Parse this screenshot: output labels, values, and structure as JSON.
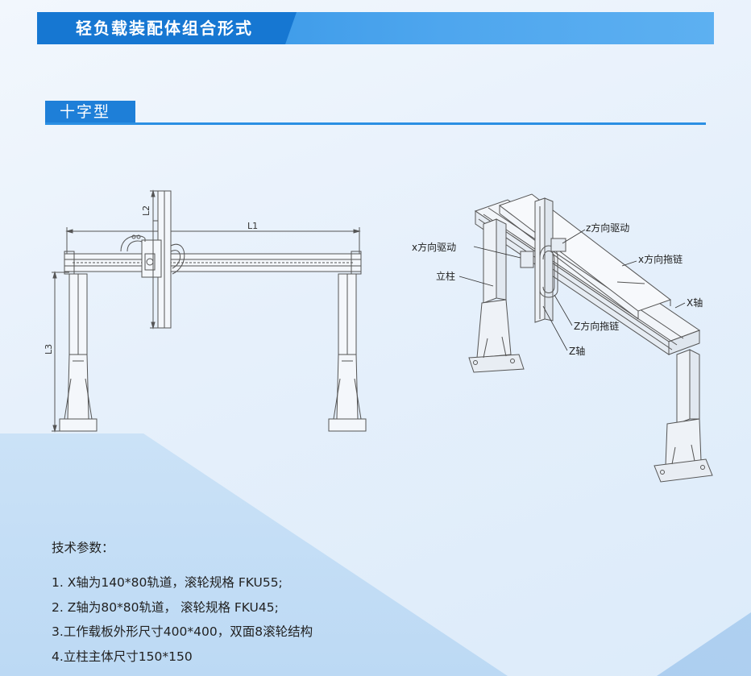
{
  "header": {
    "title": "轻负载装配体组合形式"
  },
  "section": {
    "title": "十字型"
  },
  "left_drawing": {
    "dimensions": {
      "l1": "L1",
      "l2": "L2",
      "l3": "L3"
    }
  },
  "right_drawing": {
    "callouts": {
      "x_drive": "x方向驱动",
      "z_drive": "z方向驱动",
      "x_chain": "x方向拖链",
      "column": "立柱",
      "x_axis": "X轴",
      "z_chain": "Z方向拖链",
      "z_axis": "Z轴"
    }
  },
  "specs": {
    "heading": "技术参数：",
    "items": [
      "1. X轴为140*80轨道，滚轮规格 FKU55;",
      "2. Z轴为80*80轨道， 滚轮规格 FKU45;",
      "3.工作载板外形尺寸400*400，双面8滚轮结构",
      "4.立柱主体尺寸150*150"
    ]
  },
  "colors": {
    "banner_blue": "#2b8fe3",
    "tab_blue": "#1677d2",
    "line_gray": "#555555"
  }
}
